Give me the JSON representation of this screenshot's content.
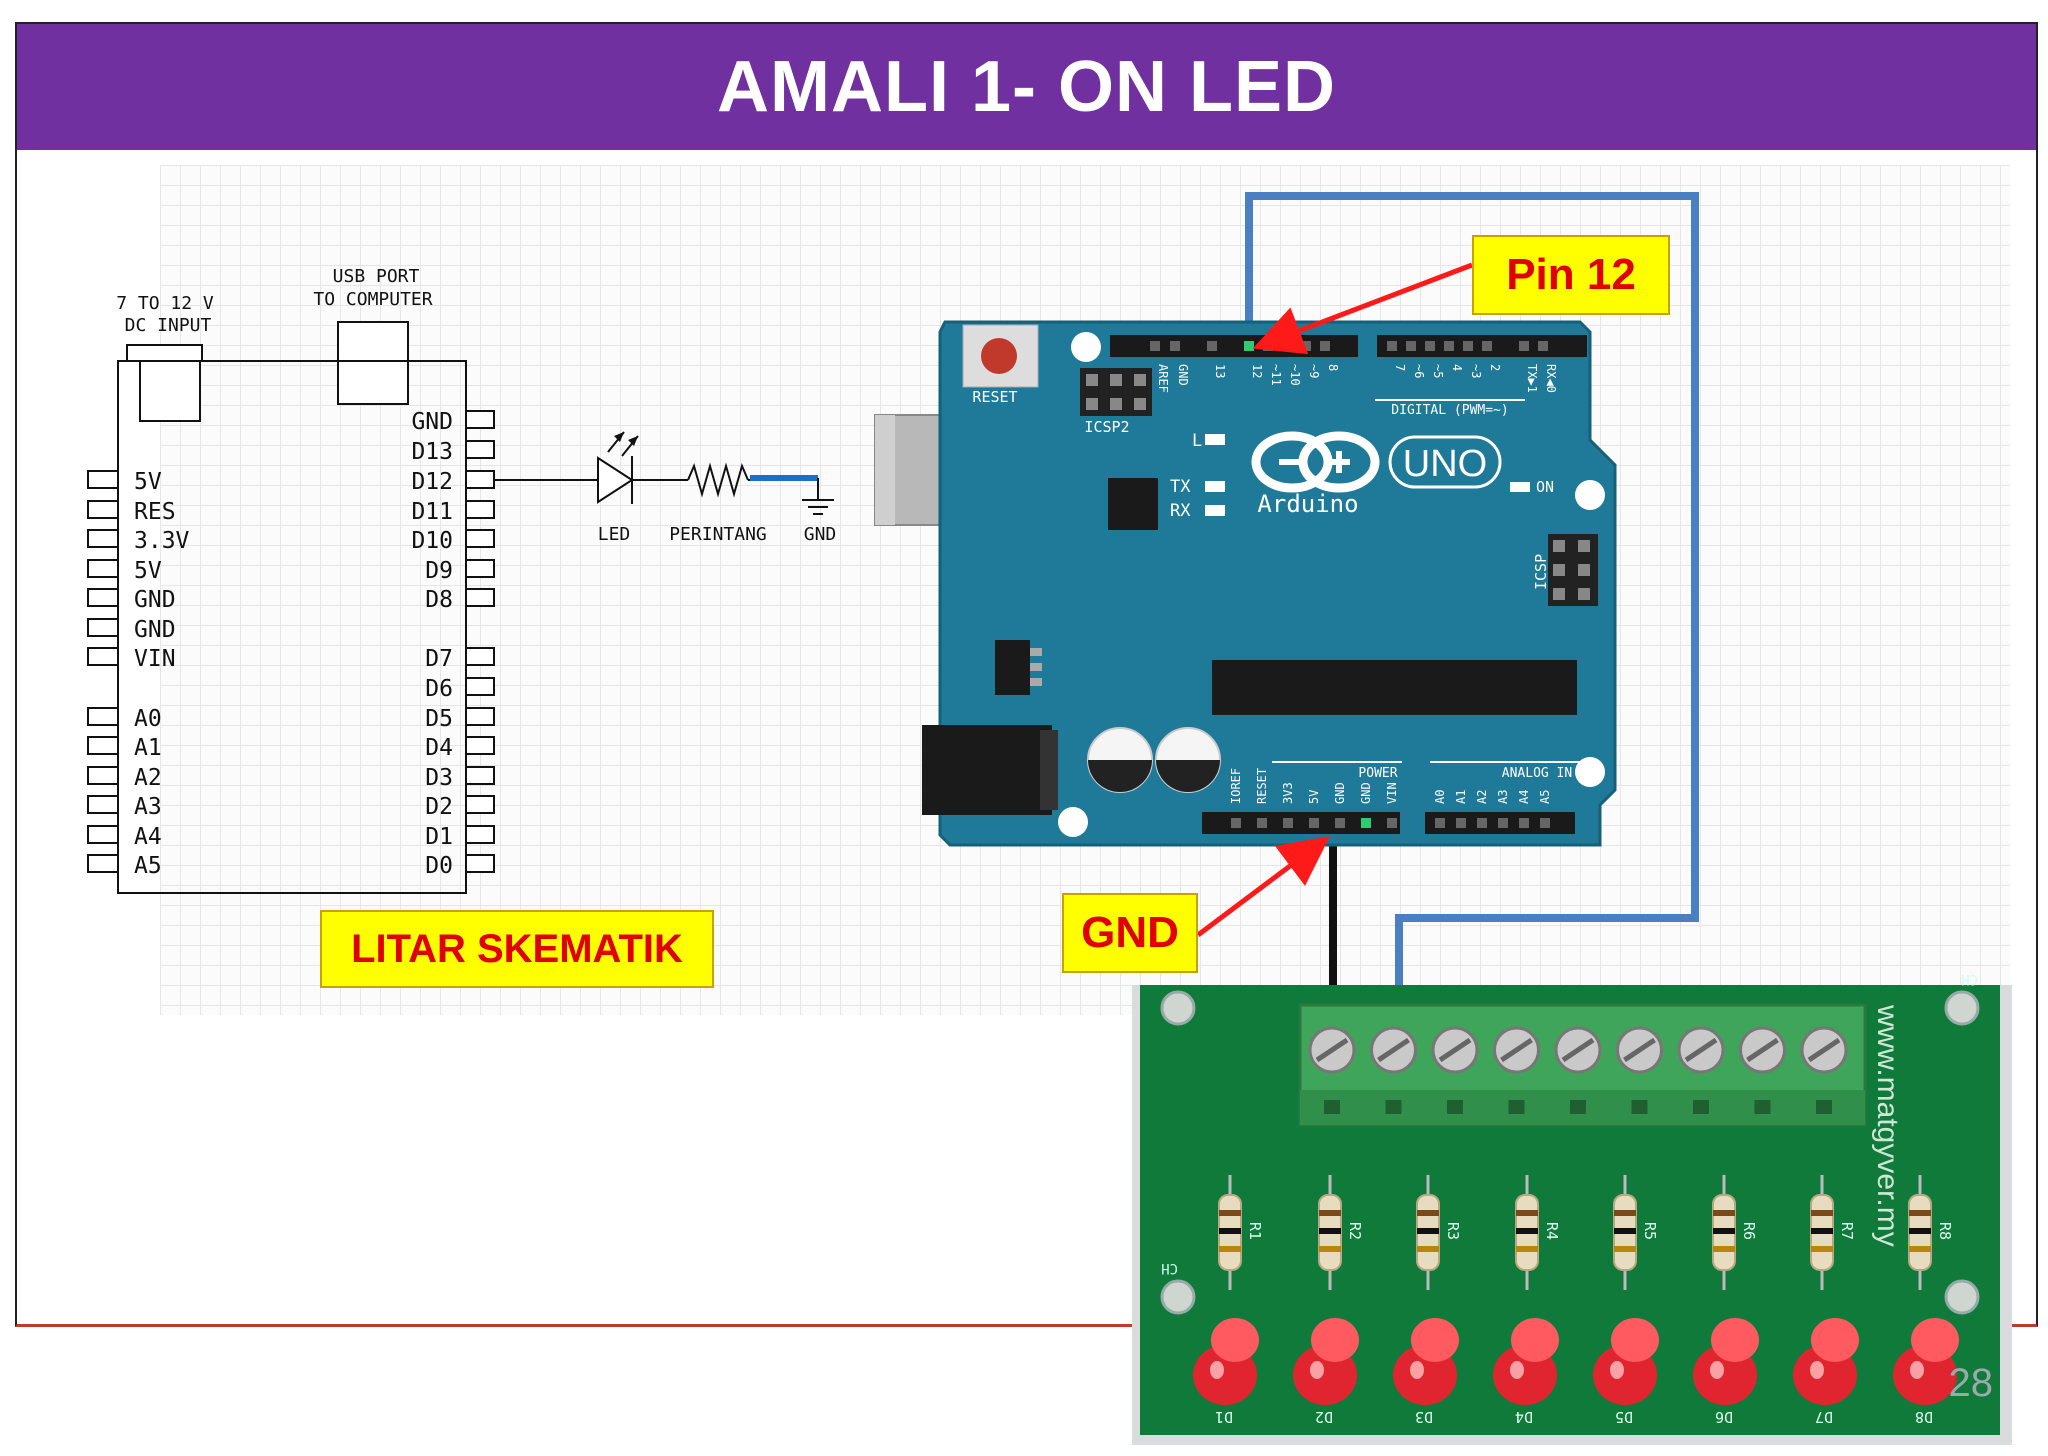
{
  "title": "AMALI 1- ON LED",
  "schematic": {
    "dc_input_label": [
      "7 TO 12 V",
      "DC INPUT"
    ],
    "usb_label": [
      "USB PORT",
      "TO COMPUTER"
    ],
    "left_pins": [
      "5V",
      "RES",
      "3.3V",
      "5V",
      "GND",
      "GND",
      "VIN",
      "A0",
      "A1",
      "A2",
      "A3",
      "A4",
      "A5"
    ],
    "right_pins": [
      "GND",
      "D13",
      "D12",
      "D11",
      "D10",
      "D9",
      "D8",
      "D7",
      "D6",
      "D5",
      "D4",
      "D3",
      "D2",
      "D1",
      "D0"
    ],
    "led_label": "LED",
    "resistor_label": "PERINTANG",
    "gnd_label": "GND",
    "caption": "LITAR SKEMATIK"
  },
  "arduino": {
    "reset_label": "RESET",
    "icsp2_label": "ICSP2",
    "icsp_label": "ICSP",
    "l_label": "L",
    "tx_label": "TX",
    "rx_label": "RX",
    "brand": "Arduino",
    "model": "UNO",
    "on_label": "ON",
    "digital_label": "DIGITAL (PWM=~)",
    "power_label": "POWER",
    "analog_label": "ANALOG IN",
    "top_pin_labels": [
      "AREF",
      "GND",
      "13",
      "12",
      "~11",
      "~10",
      "~9",
      "8",
      "7",
      "~6",
      "~5",
      "4",
      "~3",
      "2",
      "TX▶1",
      "RX◀0"
    ],
    "power_pin_labels": [
      "IOREF",
      "RESET",
      "3V3",
      "5V",
      "GND",
      "GND",
      "VIN"
    ],
    "analog_pin_labels": [
      "A0",
      "A1",
      "A2",
      "A3",
      "A4",
      "A5"
    ]
  },
  "callouts": {
    "pin12": "Pin 12",
    "gnd": "GND"
  },
  "led_board": {
    "url_text": "www.matgyver.my",
    "resistor_labels": [
      "R1",
      "R2",
      "R3",
      "R4",
      "R5",
      "R6",
      "R7",
      "R8"
    ],
    "led_labels": [
      "D1",
      "D2",
      "D3",
      "D4",
      "D5",
      "D6",
      "D7",
      "D8"
    ],
    "corner_label_left": "CH",
    "corner_label_right": "CH"
  },
  "page_number": "28",
  "colors": {
    "title_bg": "#7030a0",
    "callout_bg": "#ffff00",
    "callout_text": "#e00000",
    "board_blue": "#1f7a99",
    "wire_blue": "#4a7fc1",
    "pcb_green": "#0f7a3a"
  }
}
